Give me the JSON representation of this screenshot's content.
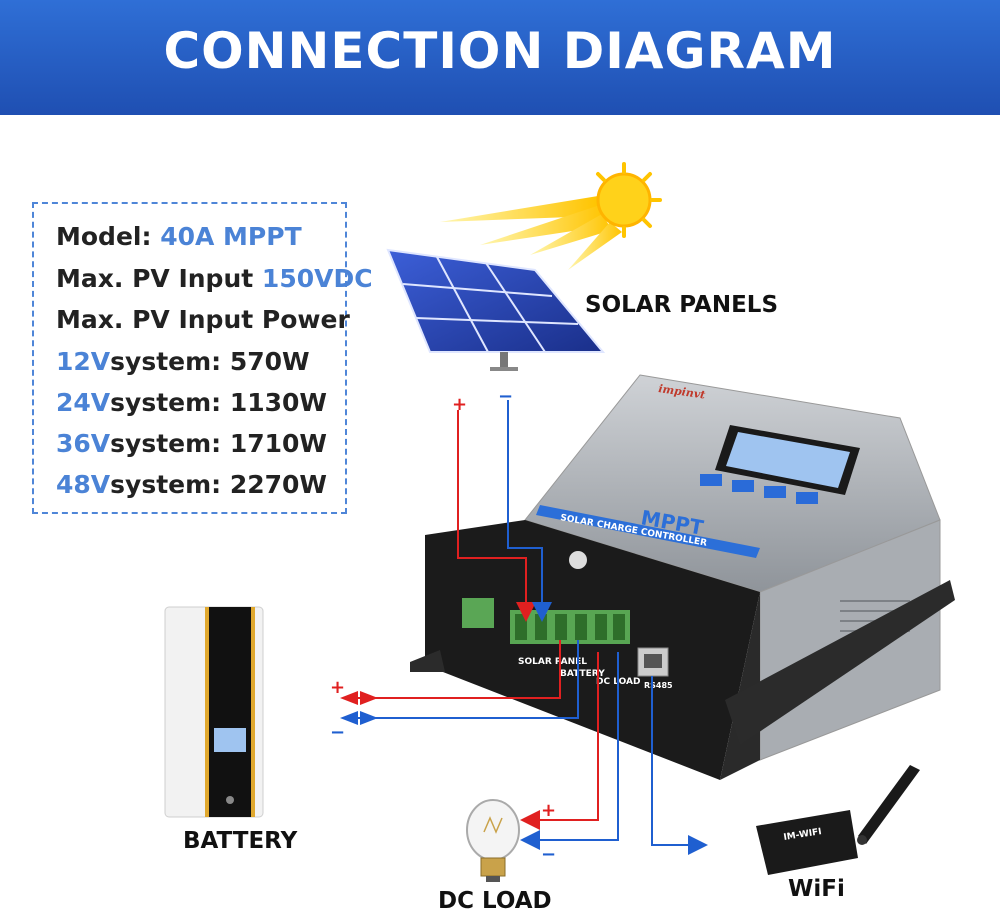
{
  "header": {
    "title": "CONNECTION DIAGRAM"
  },
  "specs": {
    "model_label": "Model:",
    "model_value": "40A MPPT",
    "pv_input_label": "Max. PV Input",
    "pv_input_value": "150VDC",
    "pv_power_label": "Max. PV Input Power",
    "systems": [
      {
        "voltage": "12V",
        "text": "system: 570W"
      },
      {
        "voltage": "24V",
        "text": "system: 1130W"
      },
      {
        "voltage": "36V",
        "text": "system: 1710W"
      },
      {
        "voltage": "48V",
        "text": "system: 2270W"
      }
    ]
  },
  "components": {
    "solar_panels": "SOLAR PANELS",
    "battery": "BATTERY",
    "dc_load": "DC LOAD",
    "wifi": "WiFi"
  },
  "controller": {
    "brand": "impinvt",
    "title": "MPPT",
    "subtitle": "SOLAR CHARGE CONTROLLER",
    "terminal_solar": "SOLAR PANEL",
    "terminal_battery": "BATTERY",
    "terminal_load": "DC LOAD",
    "port_rs485": "RS485"
  },
  "wifi_module": {
    "label": "IM-WIFI"
  },
  "polarity": {
    "plus": "+",
    "minus": "−"
  },
  "colors": {
    "positive": "#e02020",
    "negative": "#1f5fd0",
    "banner": "#2356c0",
    "accent": "#4b83d6"
  }
}
